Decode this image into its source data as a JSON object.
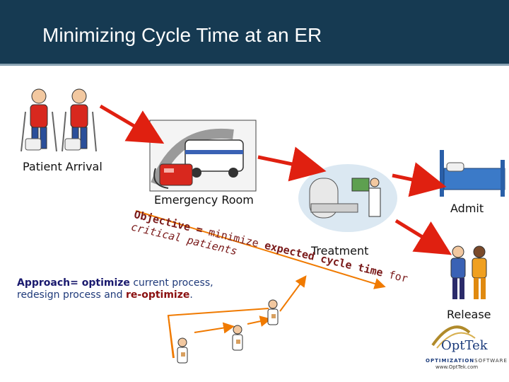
{
  "header": {
    "title": "Minimizing Cycle Time at an ER"
  },
  "stages": {
    "patient_arrival": "Patient Arrival",
    "emergency_room": "Emergency Room",
    "admit": "Admit",
    "treatment": "Treatment",
    "release": "Release"
  },
  "objective": {
    "part1": "Objective",
    "part2": " = ",
    "part3": "minimize ",
    "part4": "expected cycle time",
    "part5": " for",
    "line2": "critical patients"
  },
  "approach": {
    "kw1": "Approach",
    "eq": "= ",
    "kw2": "optimize",
    "rest1": " current process,",
    "line2a": "redesign process and ",
    "kw3": "re-optimize",
    "line2b": "."
  },
  "logo": {
    "brand_a": "Opt",
    "brand_b": "Tek",
    "tagline_a": "OPTIMIZATION",
    "tagline_b": "SOFTWARE",
    "url": "www.OptTek.com"
  },
  "colors": {
    "header_bg": "#163a52",
    "arrow_red": "#e02010",
    "arrow_orange": "#f07a00",
    "text_dark_red": "#7a1a1a",
    "approach_blue": "#1f3a7a"
  }
}
